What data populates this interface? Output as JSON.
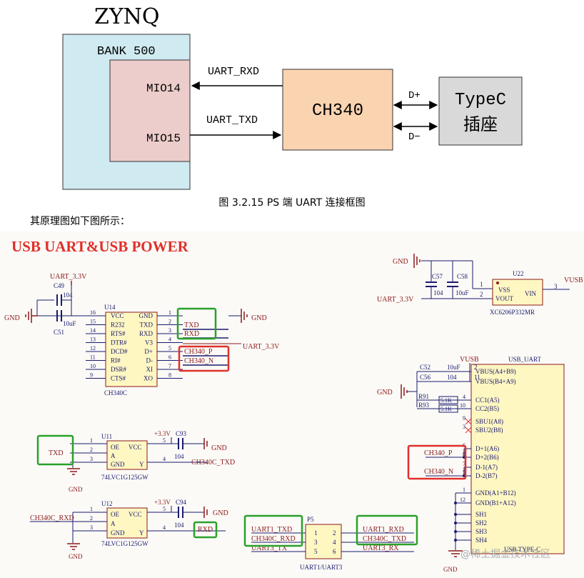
{
  "block_diagram": {
    "zynq_label": "ZYNQ",
    "bank_label": "BANK 500",
    "mio14": "MIO14",
    "mio15": "MIO15",
    "uart_rxd": "UART_RXD",
    "uart_txd": "UART_TXD",
    "ch340": "CH340",
    "dplus": "D+",
    "dminus": "D−",
    "typec_line1": "TypeC",
    "typec_line2": "插座",
    "colors": {
      "bank": "#cfeaf0",
      "mio": "#eccdcb",
      "ch340": "#fad3b0",
      "typec": "#d9d9d9"
    }
  },
  "caption": "图 3.2.15 PS 端 UART 连接框图",
  "intro": "其原理图如下图所示：",
  "schematic": {
    "title": "USB UART&USB POWER",
    "title_color": "#e0302a",
    "u14": {
      "ref": "U14",
      "part": "CH340C",
      "left_pins": [
        {
          "num": "16",
          "name": "VCC"
        },
        {
          "num": "15",
          "name": "R232"
        },
        {
          "num": "14",
          "name": "RTS#"
        },
        {
          "num": "13",
          "name": "DTR#"
        },
        {
          "num": "12",
          "name": "DCD#"
        },
        {
          "num": "11",
          "name": "RI#"
        },
        {
          "num": "10",
          "name": "DSR#"
        },
        {
          "num": "9",
          "name": "CTS#"
        }
      ],
      "right_pins": [
        {
          "num": "1",
          "name": "GND"
        },
        {
          "num": "2",
          "name": "TXD"
        },
        {
          "num": "3",
          "name": "RXD"
        },
        {
          "num": "4",
          "name": "V3"
        },
        {
          "num": "5",
          "name": "D+"
        },
        {
          "num": "6",
          "name": "D-"
        },
        {
          "num": "7",
          "name": "XI"
        },
        {
          "num": "8",
          "name": "XO"
        }
      ],
      "nets": {
        "txd": "TXD",
        "rxd": "RXD",
        "gnd": "GND",
        "v33": "UART_3.3V",
        "ch340p": "CH340_P",
        "ch340n": "CH340_N"
      }
    },
    "caps_left": {
      "c49": "C49",
      "c51": "C51",
      "c49_val": "104",
      "c51_val": "10uF",
      "gnd": "GND",
      "v33": "UART_3.3V"
    },
    "u22": {
      "ref": "U22",
      "part": "XC6206P332MR",
      "vss": "VSS",
      "vout": "VOUT",
      "vin": "VIN",
      "pin1": "1",
      "pin2": "2",
      "pin3": "3",
      "vusb": "VUSB",
      "gnd": "GND",
      "v33": "UART_3.3V",
      "c57": "C57",
      "c58": "C58",
      "c57_val": "104",
      "c58_val": "10uF"
    },
    "u11": {
      "ref": "U11",
      "part": "74LVC1G125GW",
      "oe": "OE",
      "a": "A",
      "gnd": "GND",
      "vcc": "VCC",
      "y": "Y",
      "p1": "1",
      "p2": "2",
      "p3": "3",
      "p4": "4",
      "p5": "5",
      "in_net": "TXD",
      "out_net": "CH340C_TXD",
      "supply": "+3.3V",
      "cap": "C93",
      "cap_val": "104",
      "gnd_lbl": "GND",
      "gnd_bottom": "GND"
    },
    "u12": {
      "ref": "U12",
      "part": "74LVC1G125GW",
      "oe": "OE",
      "a": "A",
      "gnd": "GND",
      "vcc": "VCC",
      "y": "Y",
      "p1": "1",
      "p2": "2",
      "p3": "3",
      "p4": "4",
      "p5": "5",
      "in_net": "CH340C_RXD",
      "out_net": "RXD",
      "supply": "+3.3V",
      "cap": "C94",
      "cap_val": "104",
      "gnd_lbl": "GND",
      "gnd_bottom": "GND"
    },
    "p5": {
      "ref": "P5",
      "part": "UART1/UART3",
      "left_nets": [
        "UART1_TXD",
        "CH340C_RXD",
        "UART3_TX"
      ],
      "right_nets": [
        "UART1_RXD",
        "CH340C_TXD",
        "UART3_RX"
      ],
      "left_pins": [
        "1",
        "3",
        "5"
      ],
      "right_pins": [
        "2",
        "4",
        "6"
      ]
    },
    "usb": {
      "ref": "USB_UART",
      "part": "USB TYPE-C",
      "vusb": "VUSB",
      "gnd": "GND",
      "c52": "C52",
      "c56": "C56",
      "c52_val": "10uF",
      "c56_val": "104",
      "r91": "R91",
      "r93": "R93",
      "r_val": "5.1K",
      "pins": [
        {
          "num": "",
          "name": "VBUS(A4+B9)"
        },
        {
          "num": "",
          "name": "VBUS(B4+A9)"
        },
        {
          "num": "4",
          "name": "CC1(A5)"
        },
        {
          "num": "10",
          "name": "CC2(B5)"
        },
        {
          "num": "9",
          "name": "SBU1(A8)"
        },
        {
          "num": "3",
          "name": "SBU2(B8)"
        },
        {
          "num": "6",
          "name": "D+1(A6)"
        },
        {
          "num": "8",
          "name": "D+2(B6)"
        },
        {
          "num": "7",
          "name": "D-1(A7)"
        },
        {
          "num": "5",
          "name": "D-2(B7)"
        },
        {
          "num": "1",
          "name": "GND(A1+B12)"
        },
        {
          "num": "12",
          "name": "GND(B1+A12)"
        },
        {
          "num": "",
          "name": "SH1"
        },
        {
          "num": "",
          "name": "SH2"
        },
        {
          "num": "",
          "name": "SH3"
        },
        {
          "num": "",
          "name": "SH4"
        }
      ],
      "ch340p": "CH340_P",
      "ch340n": "CH340_N",
      "pin11": "11",
      "pin2": "2"
    },
    "watermark": "@稀土掘金技术社区"
  }
}
